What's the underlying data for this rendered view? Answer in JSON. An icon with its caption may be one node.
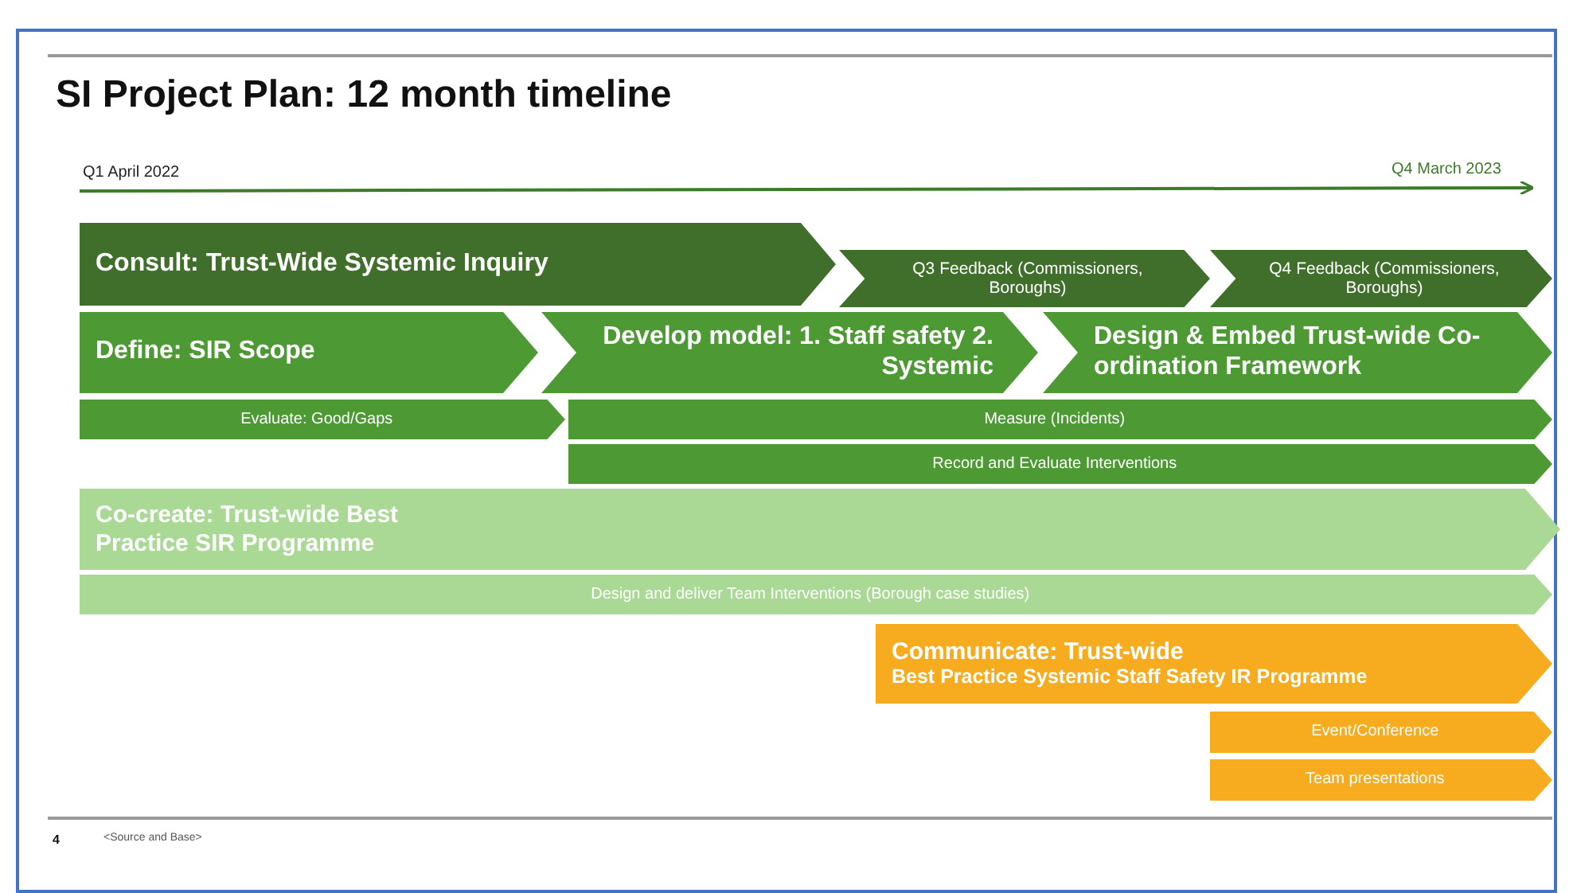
{
  "diagram": {
    "title": "SI Project Plan: 12 month timeline",
    "nodes": [
      {
        "text": [
          "Consult: Trust-Wide Systemic Inquiry"
        ]
      },
      {
        "text": [
          "Q3 Feedback (Commissioners, Boroughs)"
        ]
      },
      {
        "text": [
          "Q4 Feedback (Commissioners, Boroughs)"
        ]
      },
      {
        "text": [
          "Define: SIR Scope"
        ]
      },
      {
        "text": [
          "Develop model: 1. Staff safety 2. Systemic"
        ]
      },
      {
        "text": [
          "Design & Embed Trust-wide Co-ordination Framework"
        ]
      },
      {
        "text": [
          "Evaluate: Good/Gaps"
        ]
      },
      {
        "text": [
          "Measure (Incidents)"
        ]
      },
      {
        "text": [
          "Record and Evaluate Interventions"
        ]
      },
      {
        "text": [
          "Co-create: Trust-wide Best Practice SIR Programme"
        ]
      },
      {
        "text": [
          "Design and deliver Team Interventions (Borough case studies)"
        ]
      },
      {
        "text": [
          "Communicate: Trust-wide",
          "Best Practice Systemic Staff Safety IR Programme"
        ]
      },
      {
        "text": [
          "Event/Conference"
        ]
      },
      {
        "text": [
          "Team presentations"
        ]
      }
    ],
    "edges": [],
    "labels": [
      "Q1 April 2022",
      "Q4 March 2023",
      "4",
      "<Source and Base>"
    ]
  }
}
